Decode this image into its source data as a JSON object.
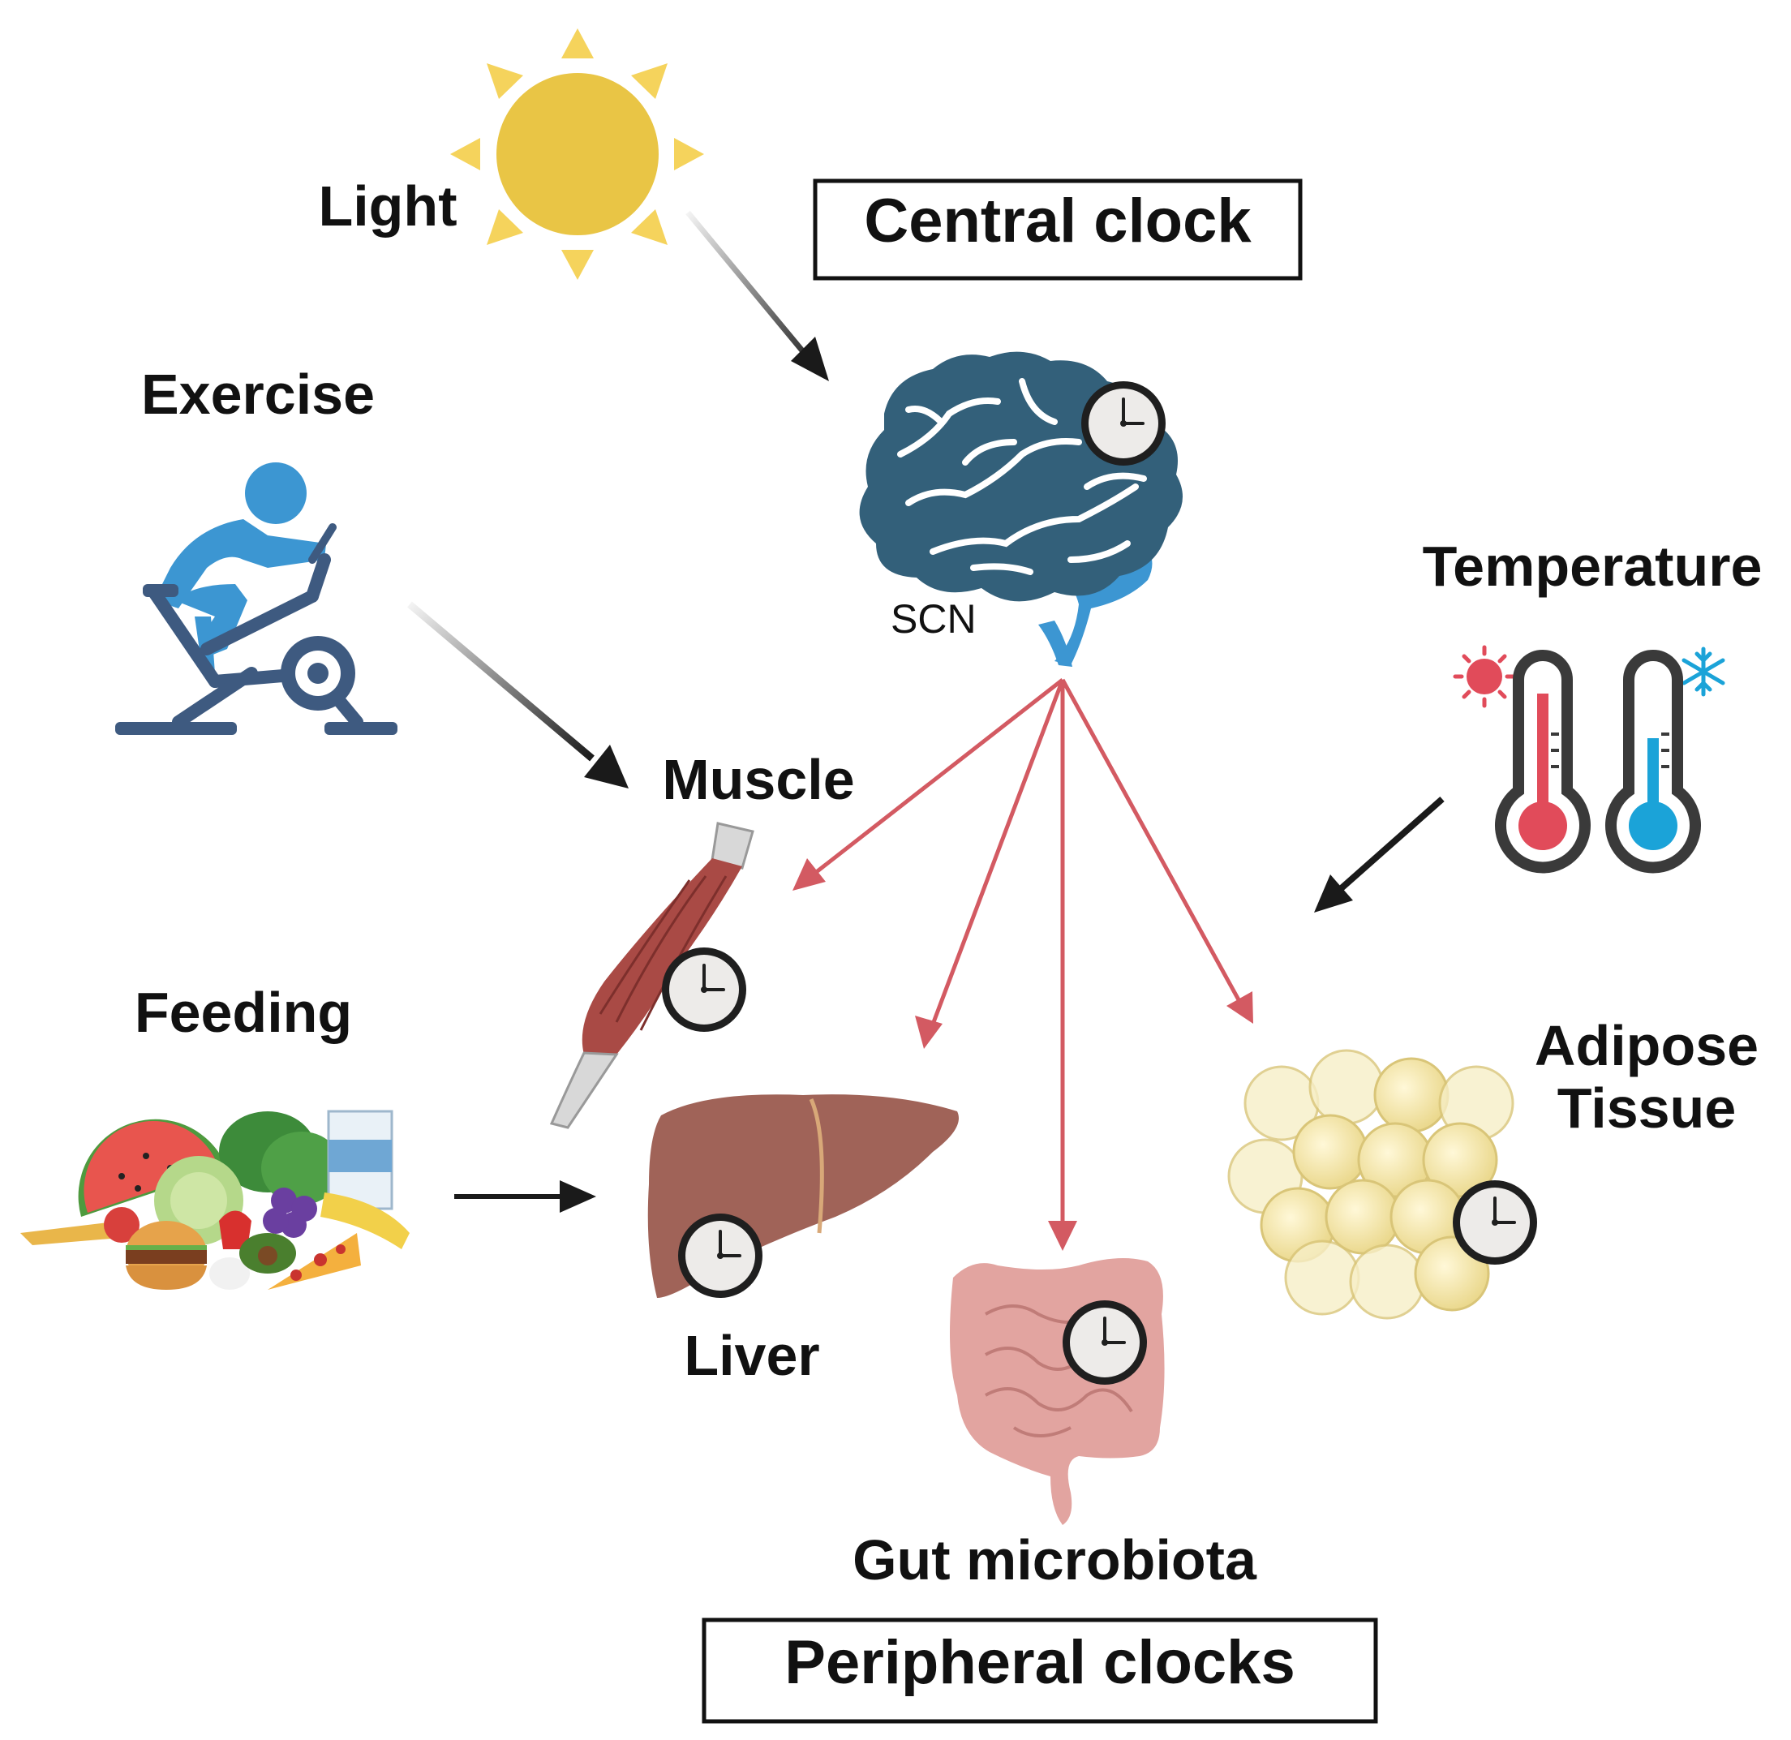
{
  "labels": {
    "light": "Light",
    "central_clock": "Central clock",
    "exercise": "Exercise",
    "scn": "SCN",
    "temperature": "Temperature",
    "muscle": "Muscle",
    "feeding": "Feeding",
    "adipose_line1": "Adipose",
    "adipose_line2": "Tissue",
    "liver": "Liver",
    "gut": "Gut microbiota",
    "peripheral_clocks": "Peripheral clocks"
  },
  "colors": {
    "sun": "#E9C545",
    "sun_rays": "#F5D35C",
    "brain_dark": "#33607A",
    "brain_light": "#3C96D2",
    "exercise_figure": "#3C96D2",
    "bike": "#3E5A80",
    "red_arrow": "#D35A62",
    "black_arrow": "#1a1a1a",
    "muscle": "#A94A45",
    "liver": "#A06358",
    "gut": "#E2A4A0",
    "adipose": "#F3E6A7",
    "thermo_hot": "#E14B5A",
    "thermo_cold": "#1BA3D8",
    "clock_face": "#EDEBE9"
  },
  "icons": [
    "sun-icon",
    "brain-icon",
    "clock-icon",
    "exercise-bike-icon",
    "thermometer-hot-icon",
    "thermometer-cold-icon",
    "muscle-icon",
    "food-icon",
    "liver-icon",
    "intestine-icon",
    "adipose-cells-icon"
  ]
}
